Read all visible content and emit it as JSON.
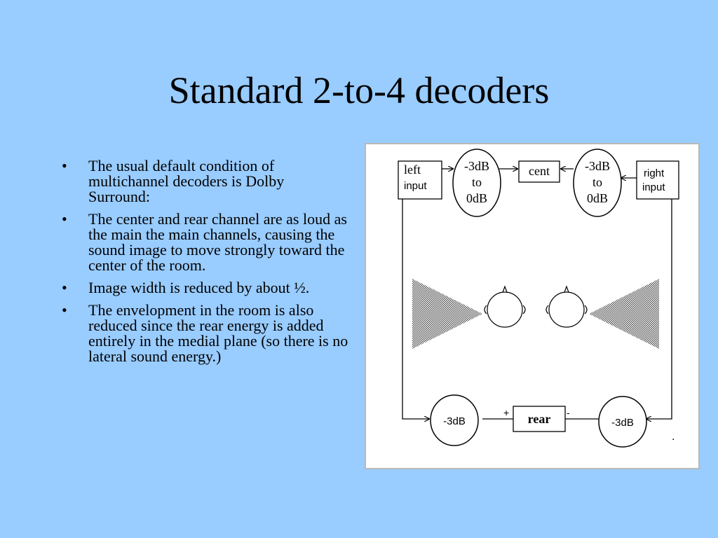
{
  "slide": {
    "title": "Standard 2-to-4 decoders",
    "bullets": [
      "The usual default condition of multichannel decoders is Dolby Surround:",
      "The center and rear channel are as loud as the main the main channels, causing the sound image to move strongly toward the center of the room.",
      "Image width is reduced by about ½.",
      "The envelopment in the room is also reduced since the rear energy is added entirely in the medial plane (so there is no lateral sound energy.)"
    ]
  },
  "diagram": {
    "left_input": {
      "line1": "left",
      "line2": "input"
    },
    "right_input": {
      "line1": "right",
      "line2": "input"
    },
    "left_gain": {
      "line1": "-3dB",
      "line2": "to",
      "line3": "0dB"
    },
    "right_gain": {
      "line1": "-3dB",
      "line2": "to",
      "line3": "0dB"
    },
    "center": "cent",
    "rear": "rear",
    "rear_left_gain": "-3dB",
    "rear_right_gain": "-3dB",
    "plus_sign": "+",
    "minus_sign": "-",
    "dot": "."
  }
}
